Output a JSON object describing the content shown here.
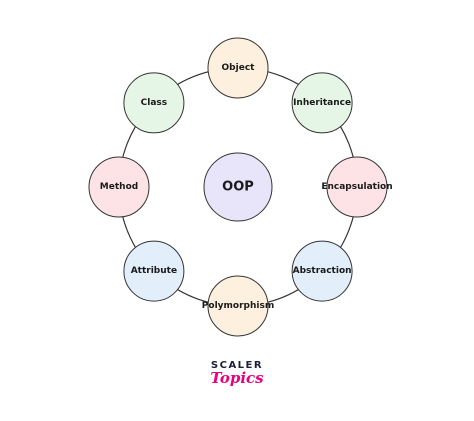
{
  "diagram": {
    "center": {
      "label": "OOP",
      "fill": "#e8e4fa"
    },
    "nodes": [
      {
        "key": "object",
        "label": "Object",
        "fill": "#fdf0df"
      },
      {
        "key": "inheritance",
        "label": "Inheritance",
        "fill": "#e6f6e6"
      },
      {
        "key": "encapsulation",
        "label": "Encapsulation",
        "fill": "#fde3e6"
      },
      {
        "key": "abstraction",
        "label": "Abstraction",
        "fill": "#e3eefb"
      },
      {
        "key": "polymorphism",
        "label": "Polymorphism",
        "fill": "#fdf0df"
      },
      {
        "key": "attribute",
        "label": "Attribute",
        "fill": "#e3eefb"
      },
      {
        "key": "method",
        "label": "Method",
        "fill": "#fde3e6"
      },
      {
        "key": "class",
        "label": "Class",
        "fill": "#e6f6e6"
      }
    ],
    "stroke_color": "#333333"
  },
  "brand": {
    "top": "SCALER",
    "bottom": "Topics",
    "top_color": "#1b1f3a",
    "bottom_color": "#e6007e"
  }
}
